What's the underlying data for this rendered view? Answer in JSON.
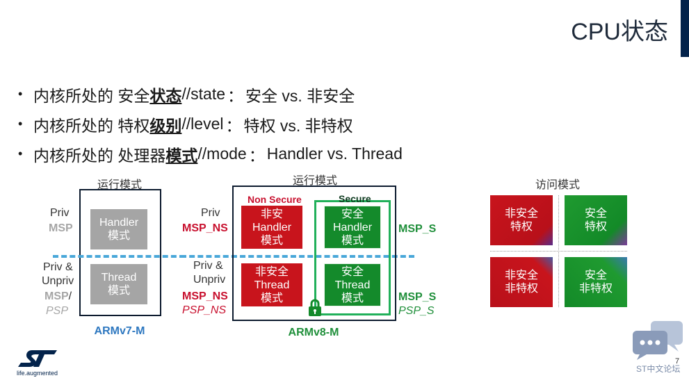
{
  "title": "CPU状态",
  "bullets": [
    {
      "pre": "内核所处的 安全",
      "bold": "状态",
      "post": "//state",
      "sep": "：",
      "rest": "安全 vs. 非安全"
    },
    {
      "pre": "内核所处的 特权",
      "bold": "级别",
      "post": "//level",
      "sep": "：",
      "rest": "特权 vs. 非特权"
    },
    {
      "pre": "内核所处的 处理器",
      "bold": "模式",
      "post": "//mode",
      "sep": "：",
      "rest": "Handler vs. Thread"
    }
  ],
  "v7": {
    "header": "运行模式",
    "priv": "Priv",
    "msp": "MSP",
    "priv_unpriv_1": "Priv &",
    "priv_unpriv_2": "Unpriv",
    "msp2": "MSP",
    "slash": "/",
    "psp": "PSP",
    "handler_box": "Handler\n模式",
    "thread_box": "Thread\n模式",
    "caption": "ARMv7-M"
  },
  "v8": {
    "header": "运行模式",
    "priv": "Priv",
    "msp_ns": "MSP_NS",
    "priv_unpriv_1": "Priv &",
    "priv_unpriv_2": "Unpriv",
    "msp_ns2": "MSP_NS",
    "psp_ns": "PSP_NS",
    "non_secure": "Non Secure",
    "secure": "Secure",
    "ns_handler": "非安\nHandler\n模式",
    "ns_thread": "非安全\nThread\n模式",
    "s_handler": "安全\nHandler\n模式",
    "s_thread": "安全\nThread\n模式",
    "msp_s": "MSP_S",
    "msp_s2": "MSP_S",
    "psp_s": "PSP_S",
    "caption": "ARMv8-M"
  },
  "access": {
    "header": "访问模式",
    "ns_priv": "非安全\n特权",
    "s_priv": "安全\n特权",
    "ns_unpriv": "非安全\n非特权",
    "s_unpriv": "安全\n非特权"
  },
  "footer": {
    "logo_tagline": "life.augmented",
    "page_number": "7",
    "forum": "ST中文论坛"
  },
  "colors": {
    "red": "#c8141c",
    "green": "#148a2b",
    "gray": "#a5a5a5",
    "blue_dash": "#49a7d9",
    "navy": "#03234b"
  }
}
